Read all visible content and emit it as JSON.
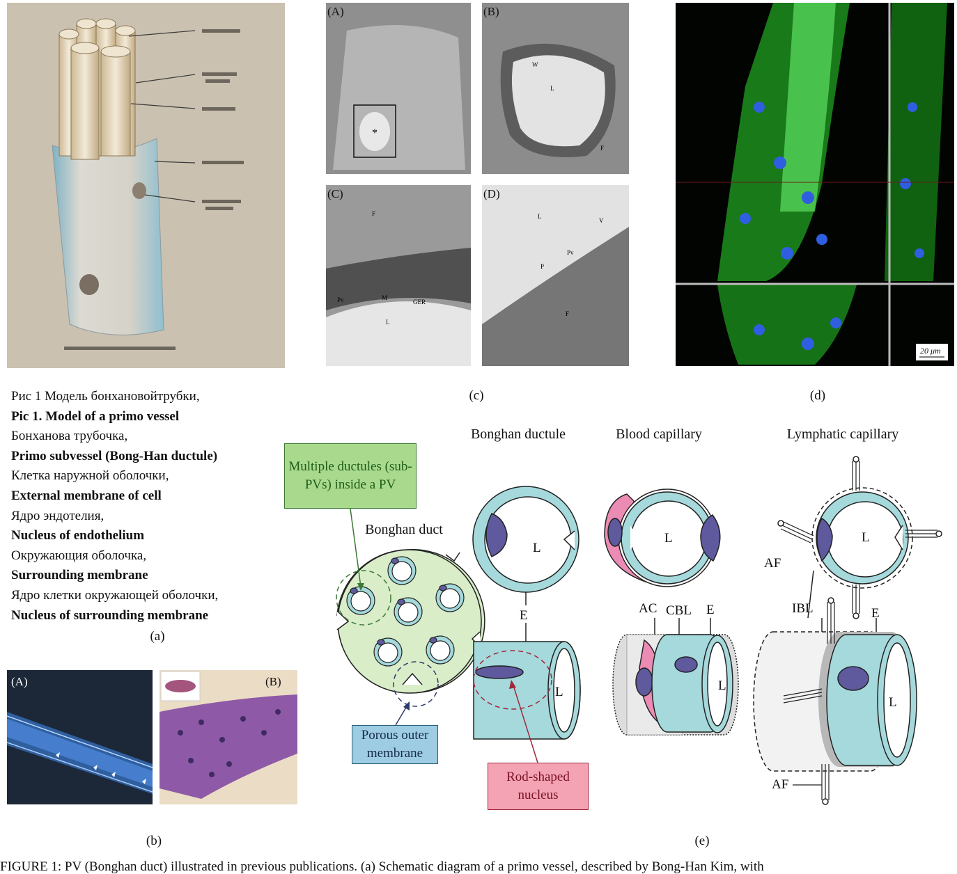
{
  "panel_a": {
    "caption": "(a)",
    "legend": [
      {
        "text": "Рис 1 Модель бонхановойтрубки,",
        "bold": false
      },
      {
        "text": "Pic 1.  Model of a primo vessel",
        "bold": true
      },
      {
        "text": "Бонханова трубочка,",
        "bold": false
      },
      {
        "text": "Primo subvessel (Bong-Han ductule)",
        "bold": true
      },
      {
        "text": "Клетка наружной оболочки,",
        "bold": false
      },
      {
        "text": "External membrane of cell",
        "bold": true
      },
      {
        "text": "Ядро эндотелия,",
        "bold": false
      },
      {
        "text": "Nucleus of endothelium",
        "bold": true
      },
      {
        "text": "Окружающия оболочка,",
        "bold": false
      },
      {
        "text": "Surrounding membrane",
        "bold": true
      },
      {
        "text": "Ядро клетки окружающей оболочки,",
        "bold": false
      },
      {
        "text": "Nucleus of surrounding membrane",
        "bold": true
      }
    ]
  },
  "panel_b": {
    "caption": "(b)",
    "sub_a": "(A)",
    "sub_b": "(B)"
  },
  "panel_c": {
    "caption": "(c)",
    "sub_a": "(A)",
    "sub_b": "(B)",
    "sub_c": "(C)",
    "sub_d": "(D)",
    "labels": {
      "w": "W",
      "l": "L",
      "f": "F",
      "pv": "Pv",
      "m": "M",
      "ger": "GER",
      "v": "V",
      "p": "P",
      "star": "*"
    }
  },
  "panel_d": {
    "caption": "(d)",
    "scale_bar": "20 μm"
  },
  "panel_e": {
    "caption": "(e)",
    "headings": {
      "ductule": "Bonghan ductule",
      "blood": "Blood capillary",
      "lymph": "Lymphatic capillary",
      "duct": "Bonghan duct"
    },
    "boxes": {
      "multiple": "Multiple ductules (sub-PVs) inside a PV",
      "porous": "Porous outer membrane",
      "rod": "Rod-shaped nucleus"
    },
    "labels": {
      "L": "L",
      "E": "E",
      "AC": "AC",
      "CBL": "CBL",
      "AF": "AF",
      "IBL": "IBL"
    },
    "colors": {
      "green_box": "#a9d98d",
      "blue_box": "#9ecde3",
      "pink_box": "#f3a3b3",
      "cyan_wall": "#a5d9dc",
      "nucleus": "#5f5a9e",
      "pink_cell": "#ec8cb5",
      "duct_fill": "#d8edc8"
    }
  },
  "footer": "FIGURE 1: PV (Bonghan duct) illustrated in previous publications. (a) Schematic diagram of a primo vessel, described by Bong-Han Kim, with"
}
